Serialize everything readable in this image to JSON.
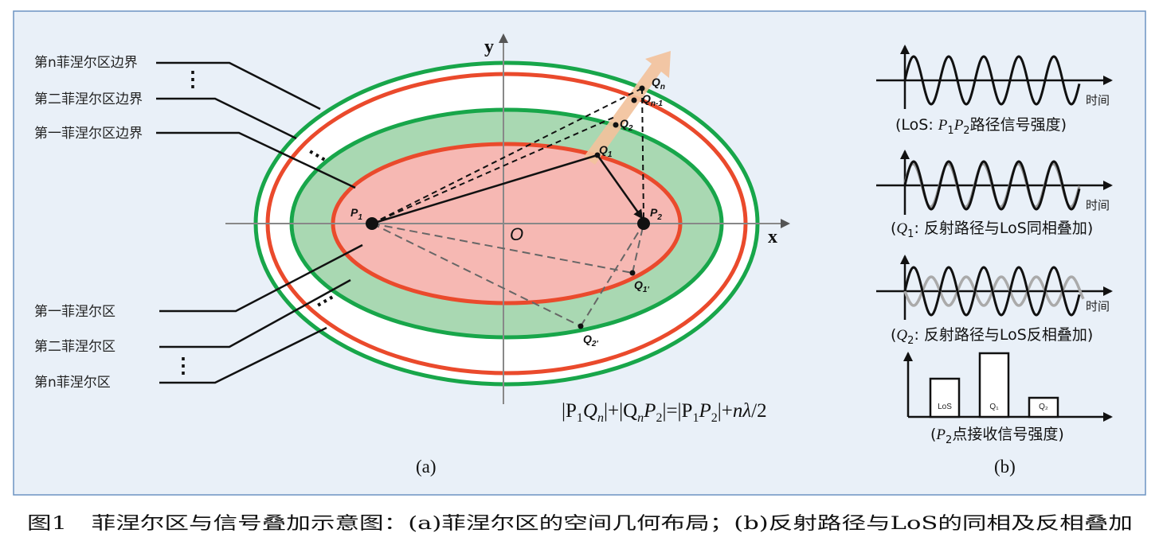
{
  "left_labels": {
    "nth_boundary": "第n菲涅尔区边界",
    "second_boundary": "第二菲涅尔区边界",
    "first_boundary": "第一菲涅尔区边界",
    "first_zone": "第一菲涅尔区",
    "second_zone": "第二菲涅尔区",
    "nth_zone": "第n菲涅尔区",
    "ellipsis": "⋮",
    "hellipsis": "⋯"
  },
  "axes": {
    "x": "x",
    "y": "y",
    "origin": "O"
  },
  "points": {
    "p1": "P",
    "p1_sub": "1",
    "p2": "P",
    "p2_sub": "2",
    "q1": "Q",
    "q1_sub": "1",
    "q2": "Q",
    "q2_sub": "2",
    "qn": "Q",
    "qn_sub": "n",
    "qn1": "Q",
    "qn1_sub": "n-1",
    "q1p": "Q",
    "q1p_sub": "1'",
    "q2p": "Q",
    "q2p_sub": "2'"
  },
  "formula": {
    "part1": "|P",
    "s1": "1",
    "part2": "Q",
    "s2": "n",
    "part3": "|+|Q",
    "s3": "n",
    "part4": "P",
    "s4": "2",
    "part5": "|=|P",
    "s5": "1",
    "part6": "P",
    "s6": "2",
    "part7": "|+",
    "part8": "nλ",
    "part9": "/2"
  },
  "panel_b": {
    "time_label": "时间",
    "caption_los": {
      "pre": "(LoS: ",
      "p1": "P",
      "s1": "1",
      "p2": "P",
      "s2": "2",
      "post": "路径信号强度)"
    },
    "caption_q1": {
      "pre": "(",
      "q": "Q",
      "s": "1",
      "post": ": 反射路径与LoS同相叠加)"
    },
    "caption_q2": {
      "pre": "(",
      "q": "Q",
      "s": "2",
      "post": ": 反射路径与LoS反相叠加)"
    },
    "caption_bar": {
      "pre": "(",
      "p": "P",
      "s": "2",
      "post": "点接收信号强度)"
    },
    "bar_labels": [
      "LoS",
      "Q₁",
      "Q₂"
    ]
  },
  "subcaptions": {
    "a": "(a)",
    "b": "(b)"
  },
  "figure_caption": "图1　菲涅尔区与信号叠加示意图：(a)菲涅尔区的空间几何布局；(b)反射路径与LoS的同相及反相叠加",
  "bar_chart": {
    "values": [
      0.6,
      1.0,
      0.3
    ]
  },
  "colors": {
    "panel_bg": "#e9f0f8",
    "panel_border": "#6c93c2",
    "green": "#18a64a",
    "red": "#ea4a2c",
    "green_fill": "#a9d8b2",
    "red_fill": "#f6b8b3",
    "arrow": "#f2c29c"
  }
}
